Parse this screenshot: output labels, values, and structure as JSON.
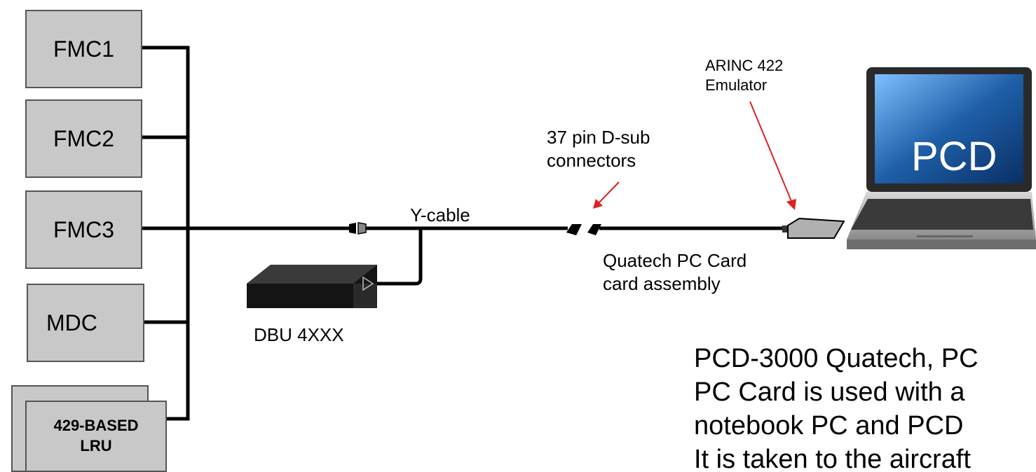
{
  "units": {
    "fmc1": "FMC1",
    "fmc2": "FMC2",
    "fmc3": "FMC3",
    "mdc": "MDC",
    "lru_line1": "429-BASED",
    "lru_line2": "LRU"
  },
  "labels": {
    "arinc_line1": "ARINC 422",
    "arinc_line2": "Emulator",
    "dsub_line1": "37 pin D-sub",
    "dsub_line2": "connectors",
    "ycable": "Y-cable",
    "quatech_line1": "Quatech PC Card",
    "quatech_line2": "card assembly",
    "dbu": "DBU 4XXX",
    "pcd": "PCD"
  },
  "paragraph": [
    "PCD-3000 Quatech, PC",
    "PC Card is used with a",
    "notebook PC and PCD",
    "It is taken to the aircraft"
  ],
  "colors": {
    "box_fill": "#c8c8c8",
    "arrow": "#e02020",
    "screen": "#1e5fa8"
  }
}
